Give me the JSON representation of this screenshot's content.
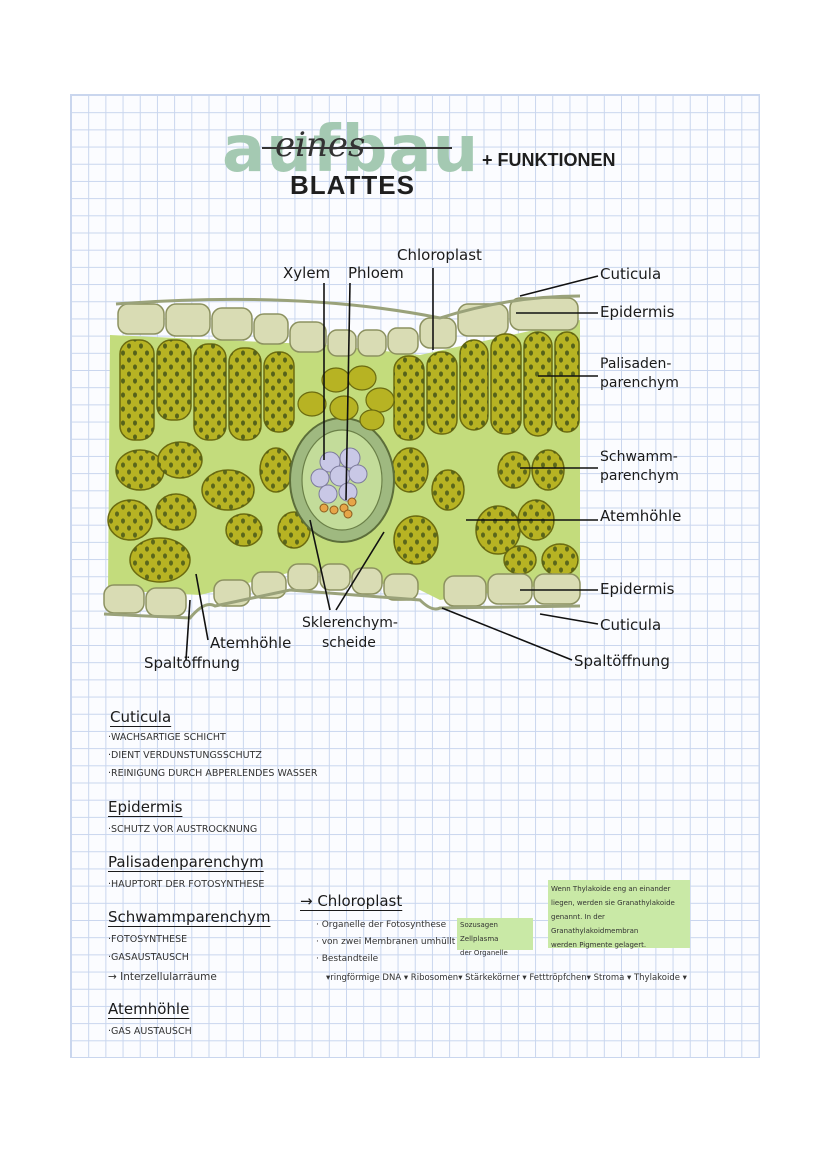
{
  "title": {
    "decor": "aufbau",
    "script": "eines",
    "main": "BLATTES",
    "plus": "+ FUNKTIONEN"
  },
  "diagram_labels": {
    "xylem": "Xylem",
    "phloem": "Phloem",
    "chloroplast": "Chloroplast",
    "cuticula_top": "Cuticula",
    "epidermis_top": "Epidermis",
    "palisaden_1": "Palisaden-",
    "palisaden_2": "parenchym",
    "schwamm_1": "Schwamm-",
    "schwamm_2": "parenchym",
    "atemhoehle_right": "Atemhöhle",
    "epidermis_bottom": "Epidermis",
    "cuticula_bottom": "Cuticula",
    "spaltoeffnung_right": "Spaltöffnung",
    "sklerenchym_1": "Sklerenchym-",
    "sklerenchym_2": "scheide",
    "atemhoehle_left": "Atemhöhle",
    "spaltoeffnung_left": "Spaltöffnung"
  },
  "notes": {
    "cuticula": {
      "heading": "Cuticula",
      "items": [
        "·WACHSARTIGE SCHICHT",
        "·DIENT VERDUNSTUNGSSCHUTZ",
        "·REINIGUNG DURCH ABPERLENDES WASSER"
      ]
    },
    "epidermis": {
      "heading": "Epidermis",
      "items": [
        "·SCHUTZ VOR AUSTROCKNUNG"
      ]
    },
    "palisaden": {
      "heading": "Palisadenparenchym",
      "items": [
        "·HAUPTORT DER FOTOSYNTHESE"
      ]
    },
    "schwamm": {
      "heading": "Schwammparenchym",
      "items": [
        "·FOTOSYNTHESE",
        "·GASAUSTAUSCH",
        "→ Interzellularräume"
      ]
    },
    "atemhoehle": {
      "heading": "Atemhöhle",
      "items": [
        "·GAS AUSTAUSCH"
      ]
    }
  },
  "chloroplast_note": {
    "heading": "→ Chloroplast",
    "line1": "· Organelle der Fotosynthese",
    "line2": "· von zwei Membranen umhüllt",
    "line3": "· Bestandteile",
    "parts": "▾ringförmige DNA ▾ Ribosomen▾ Stärkekörner ▾ Fetttröpfchen▾ Stroma ▾ Thylakoide ▾",
    "highlight1_a": "Sozusagen Zellplasma",
    "highlight1_b": "der Organelle",
    "highlight2_a": "Wenn Thylakoide eng an einander",
    "highlight2_b": "liegen, werden sie Granathylakoide",
    "highlight2_c": "genannt. In der Granathylakoidmembran",
    "highlight2_d": "werden Pigmente gelagert."
  },
  "colors": {
    "grid": "#c9d6ee",
    "title_decor": "#a4c9b2",
    "palisade": "#b7b323",
    "palisade_dot": "#4c5a1a",
    "mesophyll_bg": "#c3dc7c",
    "epidermis": "#d9dcb4",
    "xylem": "#c9c8e6",
    "bundle_sheath": "#9fb980",
    "highlight": "#c9e9a6"
  }
}
